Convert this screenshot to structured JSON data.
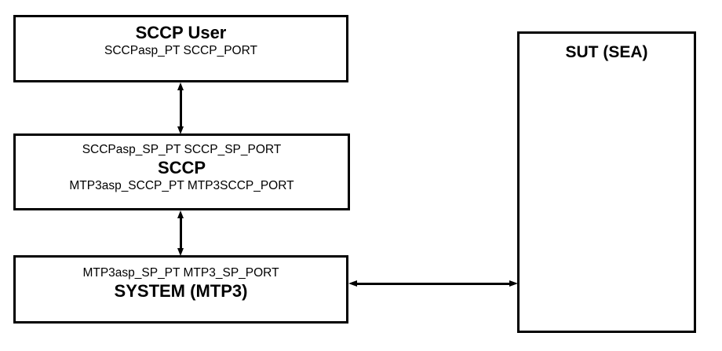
{
  "diagram": {
    "type": "block-diagram",
    "background_color": "#ffffff",
    "line_color": "#000000",
    "text_color": "#000000",
    "nodes": [
      {
        "id": "sccp-user",
        "title": "SCCP User",
        "ports": [
          "SCCPasp_PT SCCP_PORT"
        ]
      },
      {
        "id": "sccp",
        "title": "SCCP",
        "ports_above": "SCCPasp_SP_PT  SCCP_SP_PORT",
        "ports_below": "MTP3asp_SCCP_PT  MTP3SCCP_PORT"
      },
      {
        "id": "system-mtp3",
        "title": "SYSTEM (MTP3)",
        "ports": [
          "MTP3asp_SP_PT  MTP3_SP_PORT"
        ]
      },
      {
        "id": "sut",
        "title": "SUT (SEA)",
        "ports": []
      }
    ],
    "connectors": [
      {
        "id": "arrow-user-sccp",
        "from": "sccp-user",
        "to": "sccp",
        "orientation": "vertical",
        "style": "double-headed"
      },
      {
        "id": "arrow-sccp-mtp3",
        "from": "sccp",
        "to": "system-mtp3",
        "orientation": "vertical",
        "style": "double-headed"
      },
      {
        "id": "arrow-mtp3-sut",
        "from": "system-mtp3",
        "to": "sut",
        "orientation": "horizontal",
        "style": "double-headed"
      }
    ]
  }
}
